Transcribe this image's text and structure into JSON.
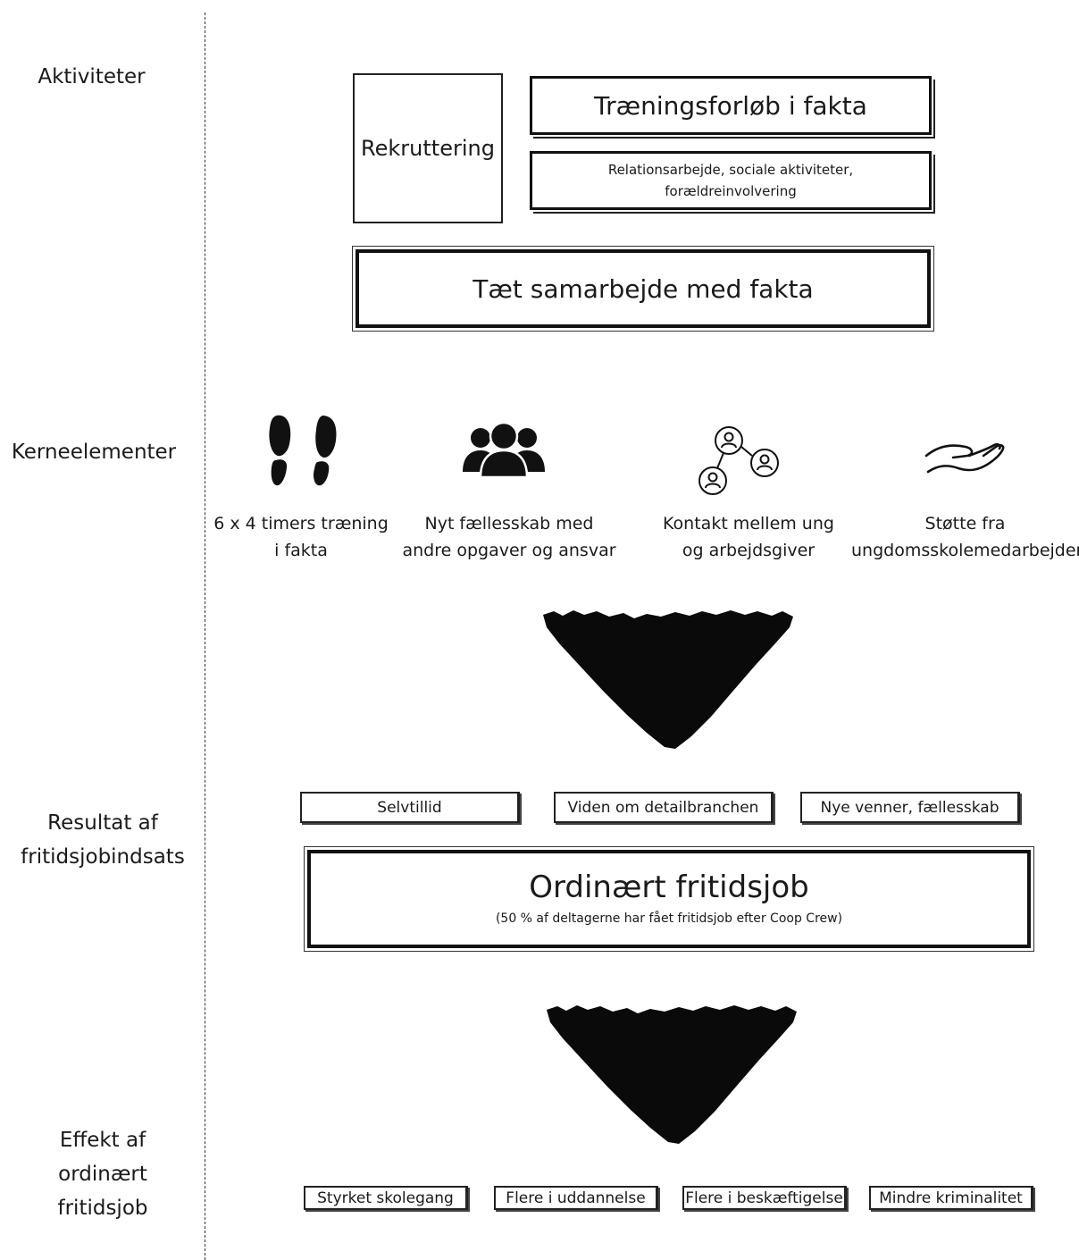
{
  "rows": {
    "aktiviteter": "Aktiviteter",
    "kerneelementer": "Kerneelementer",
    "resultat": "Resultat af\nfritidsjobindsats",
    "effekt": "Effekt af\nordinært\nfritidsjob"
  },
  "activities": {
    "rekruttering": "Rekruttering",
    "traeningsforloeb": "Træningsforløb i fakta",
    "relationsarbejde": "Relationsarbejde, sociale aktiviteter,\nforældreinvolvering",
    "samarbejde": "Tæt samarbejde med fakta"
  },
  "core_elements": [
    {
      "icon": "footprints-icon",
      "label": "6 x 4 timers træning\ni fakta"
    },
    {
      "icon": "group-icon",
      "label": "Nyt fællesskab med\nandre opgaver og ansvar"
    },
    {
      "icon": "network-icon",
      "label": "Kontakt mellem ung\nog arbejdsgiver"
    },
    {
      "icon": "helping-hand-icon",
      "label": "Støtte fra\nungdomsskolemedarbejder"
    }
  ],
  "results": {
    "items": [
      "Selvtillid",
      "Viden om detailbranchen",
      "Nye venner, fællesskab"
    ],
    "main_title": "Ordinært fritidsjob",
    "main_subtitle": "(50 % af deltagerne har fået fritidsjob efter Coop Crew)"
  },
  "effects": [
    "Styrket skolegang",
    "Flere i uddannelse",
    "Flere i beskæftigelse",
    "Mindre kriminalitet"
  ],
  "colors": {
    "ink": "#111111",
    "background": "#ffffff"
  }
}
